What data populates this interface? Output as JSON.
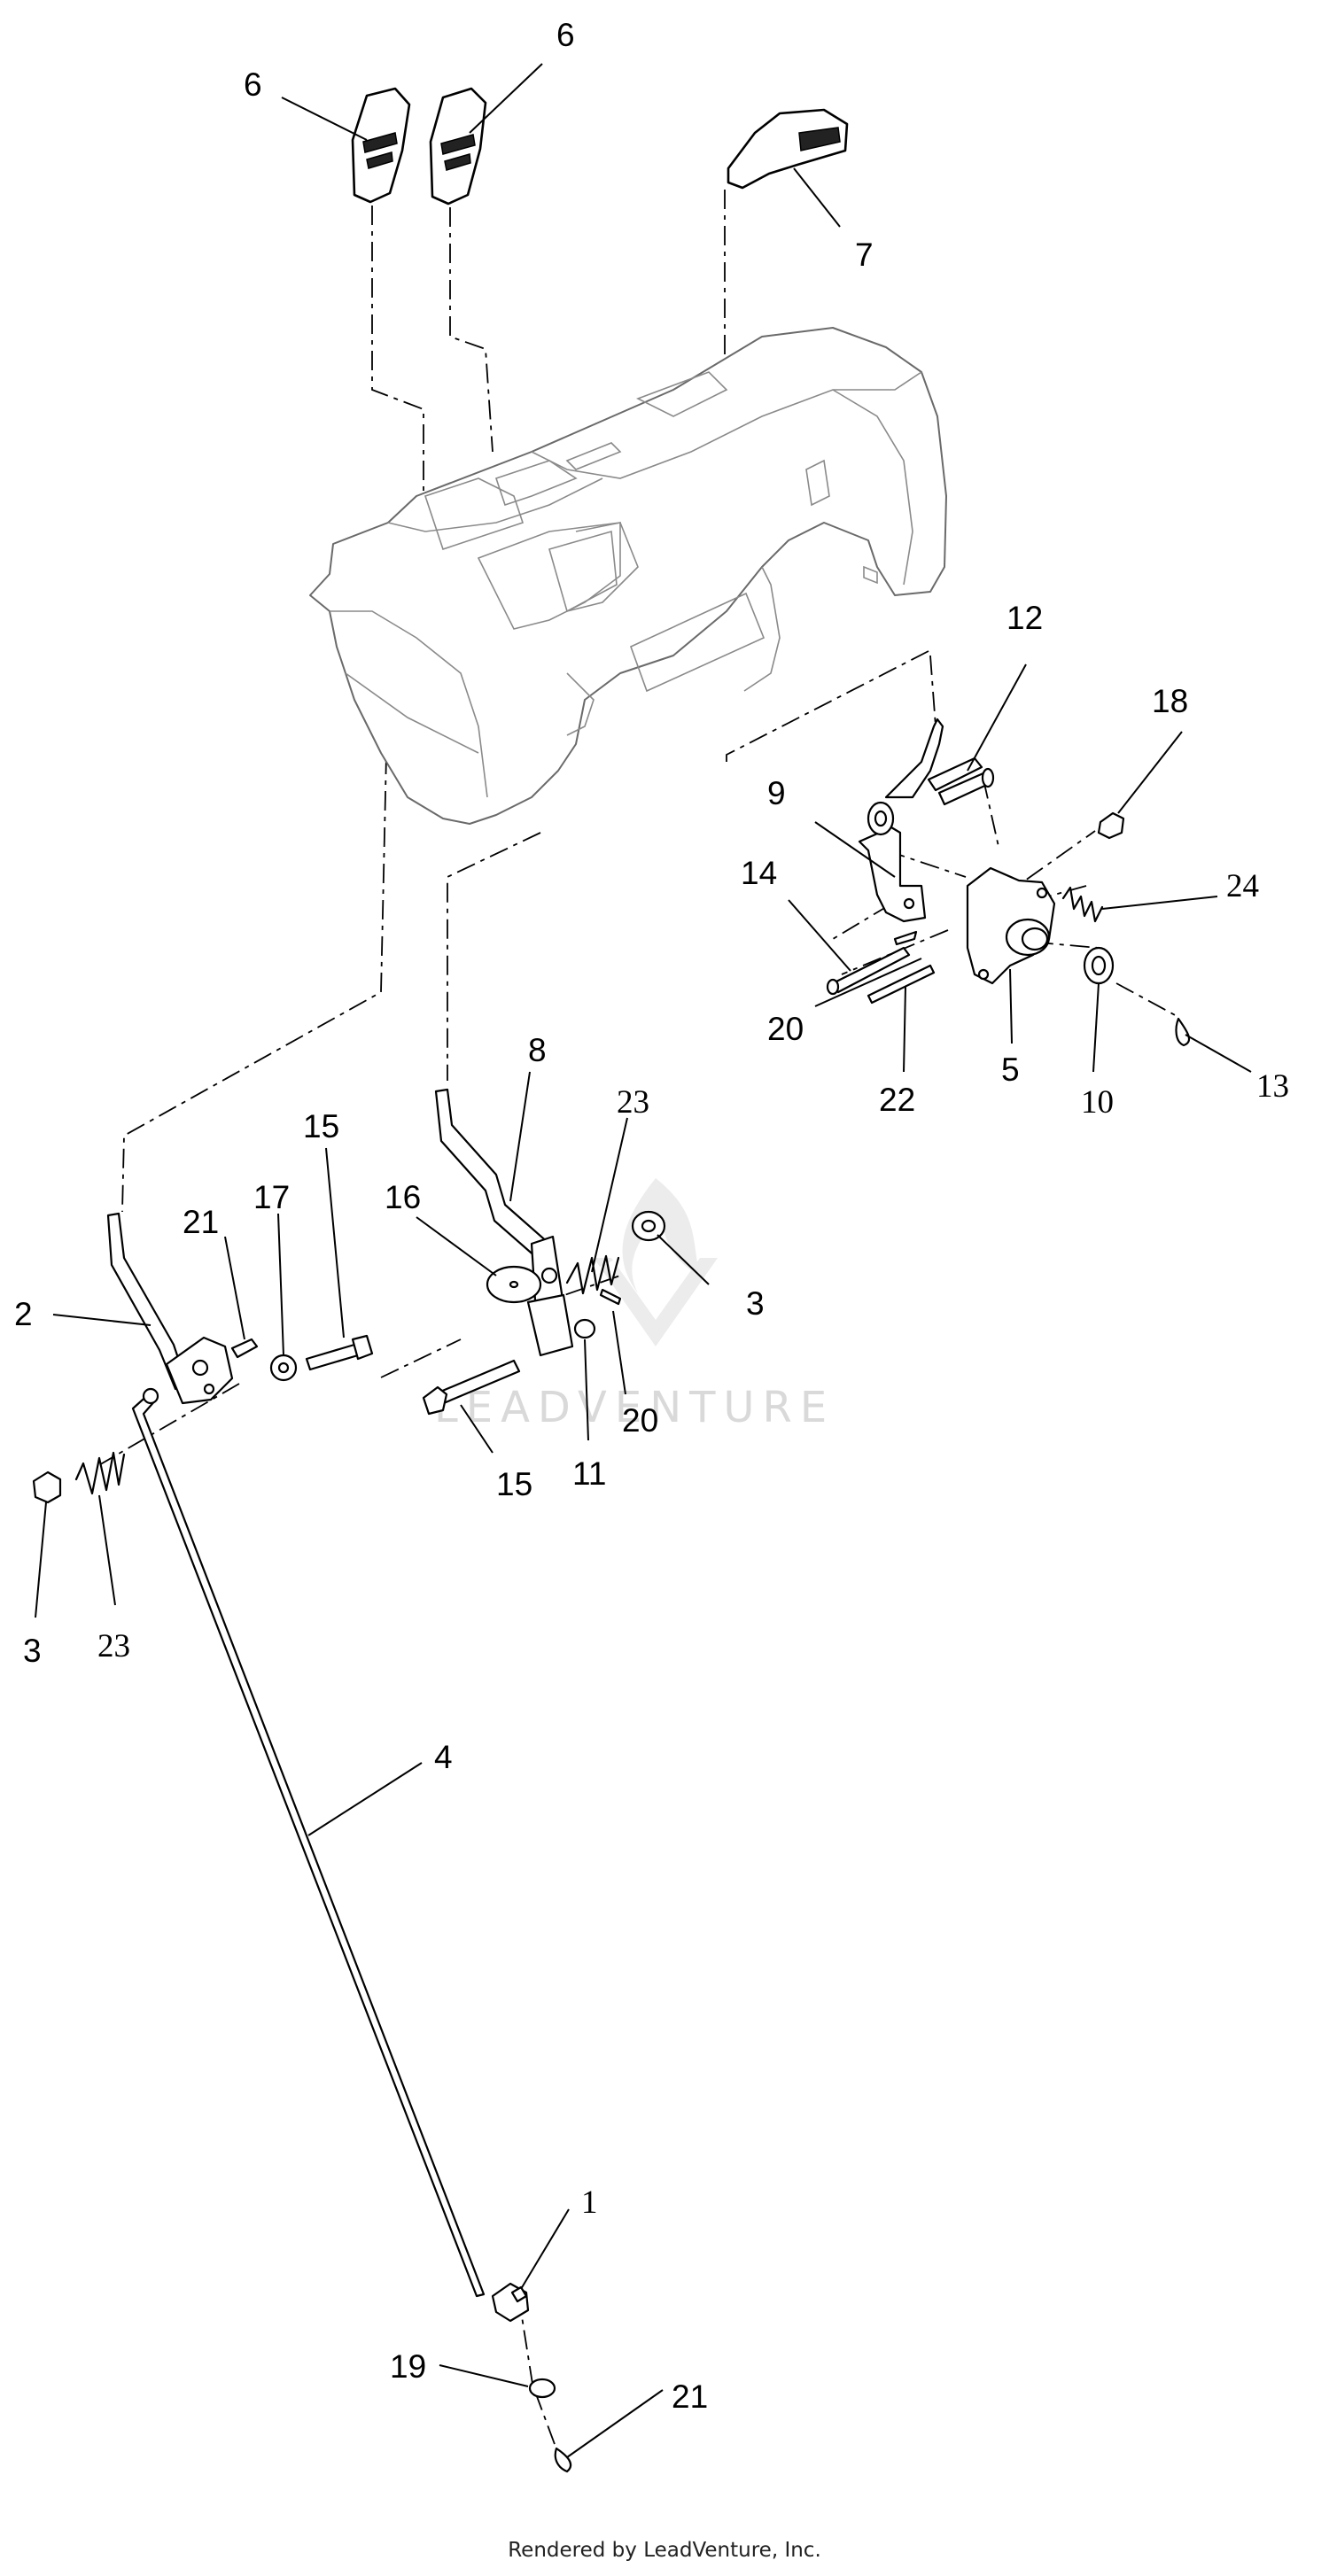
{
  "callouts": {
    "c6a": "6",
    "c6b": "6",
    "c7": "7",
    "c12": "12",
    "c18": "18",
    "c9": "9",
    "c24": "24",
    "c14": "14",
    "c20a": "20",
    "c22": "22",
    "c5": "5",
    "c10": "10",
    "c13": "13",
    "c8": "8",
    "c23a": "23",
    "c15a": "15",
    "c21a": "21",
    "c17": "17",
    "c16": "16",
    "c2": "2",
    "c3a": "3",
    "c20b": "20",
    "c11": "11",
    "c15b": "15",
    "c3b": "3",
    "c23b": "23",
    "c4": "4",
    "c1": "1",
    "c19": "19",
    "c21b": "21"
  },
  "watermark": {
    "text": "LEADVENTURE"
  },
  "footer": {
    "text": "Rendered by LeadVenture, Inc."
  }
}
